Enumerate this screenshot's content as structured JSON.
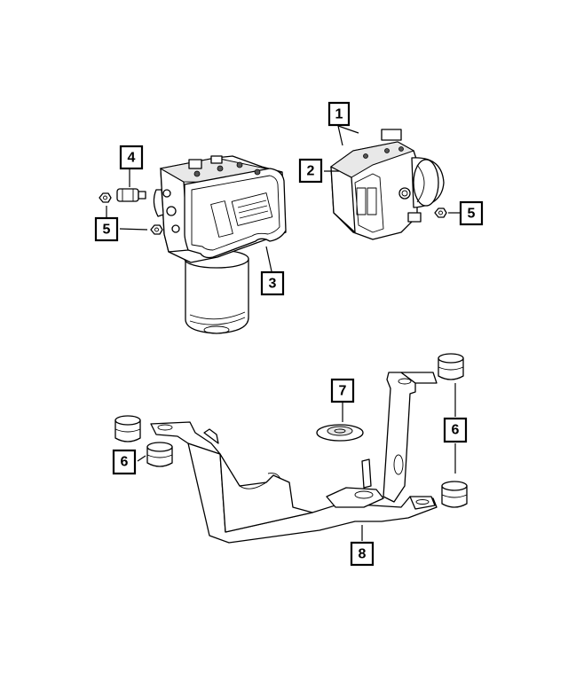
{
  "callouts": {
    "c1": "1",
    "c2": "2",
    "c3": "3",
    "c4": "4",
    "c5a": "5",
    "c5b": "5",
    "c6a": "6",
    "c6b": "6",
    "c7": "7",
    "c8": "8"
  }
}
